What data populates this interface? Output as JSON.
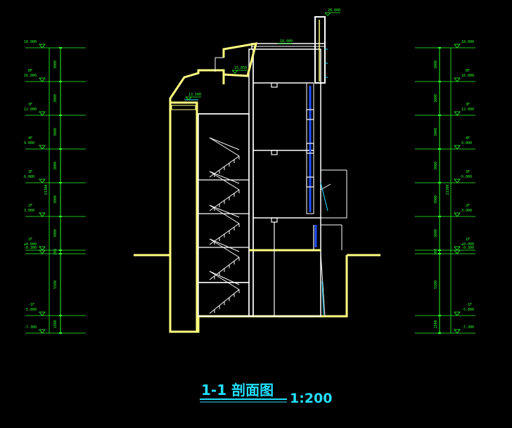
{
  "drawing": {
    "title": "1-1 剖面图",
    "scale": "1:200",
    "colors": {
      "background": "#000000",
      "dimension": "#2aff2a",
      "wall": "#ffff80",
      "line": "#ffffff",
      "glass": "#1f4fff",
      "title": "#22e0ff"
    }
  },
  "levels_left": [
    {
      "floor": "",
      "elev": "18.000"
    },
    {
      "floor": "RF",
      "elev": "16.000"
    },
    {
      "floor": "3F",
      "elev": "12.000"
    },
    {
      "floor": "4F",
      "elev": "9.000"
    },
    {
      "floor": "3F",
      "elev": "6.000"
    },
    {
      "floor": "2F",
      "elev": "3.000"
    },
    {
      "floor": "1F",
      "elev": "±0.000"
    },
    {
      "floor": "",
      "elev": "-0.300"
    },
    {
      "floor": "-1F",
      "elev": "-5.800"
    },
    {
      "floor": "",
      "elev": "-7.300"
    }
  ],
  "levels_right": [
    {
      "floor": "",
      "elev": "18.000"
    },
    {
      "floor": "RF",
      "elev": "16.000"
    },
    {
      "floor": "3F",
      "elev": "12.000"
    },
    {
      "floor": "4F",
      "elev": "9.000"
    },
    {
      "floor": "3F",
      "elev": "6.000"
    },
    {
      "floor": "2F",
      "elev": "3.000"
    },
    {
      "floor": "1F",
      "elev": "±0.000"
    },
    {
      "floor": "",
      "elev": "-0.300"
    },
    {
      "floor": "-1F",
      "elev": "-5.800"
    },
    {
      "floor": "",
      "elev": "-7.300"
    }
  ],
  "dims_left": [
    "3000",
    "3000",
    "3000",
    "3000",
    "3000",
    "3000",
    "300",
    "5500",
    "1500"
  ],
  "dims_right": [
    "3000",
    "3000",
    "3000",
    "3000",
    "3000",
    "3000",
    "300",
    "5500",
    "1500"
  ],
  "total_dim_left": "23300",
  "total_dim_right": "23300",
  "section_elevations": {
    "top": "20.000",
    "roof_right": "18.000",
    "roof_mid": "15.850",
    "roof_left": "13.500"
  }
}
